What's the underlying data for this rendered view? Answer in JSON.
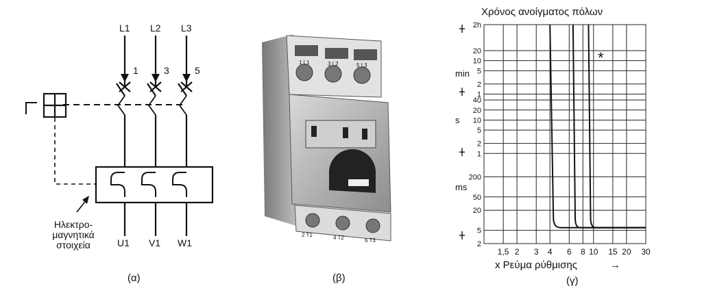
{
  "circuit": {
    "line_labels": [
      "L1",
      "L2",
      "L3"
    ],
    "contact_numbers": [
      "1",
      "3",
      "5"
    ],
    "output_labels": [
      "U1",
      "V1",
      "W1"
    ],
    "element_label_lines": [
      "Ηλεκτρο-",
      "μαγνητικά",
      "στοιχεία"
    ],
    "caption": "(α)"
  },
  "device": {
    "terminal_marks": [
      "1 L1",
      "3 L2",
      "5 L3",
      "2 T1",
      "4 T2",
      "6 T3"
    ],
    "caption": "(β)"
  },
  "chart_data": {
    "type": "line",
    "title": "Χρόνος ανοίγματος πόλων",
    "xlabel": "x Ρεύμα ρύθμισης",
    "x_arrow": "→",
    "caption": "(γ)",
    "x_scale": "log",
    "xlim": [
      1,
      30
    ],
    "x_ticks": [
      "1,5",
      "2",
      "3",
      "4",
      "6",
      "8",
      "10",
      "15",
      "20",
      "30"
    ],
    "y_groups": [
      {
        "unit": "min",
        "ticks": [
          "2h",
          "20",
          "10",
          "5",
          "2",
          "1"
        ]
      },
      {
        "unit": "s",
        "ticks": [
          "40",
          "20",
          "10",
          "5",
          "2",
          "1"
        ]
      },
      {
        "unit": "ms",
        "ticks": [
          "200",
          "50",
          "20",
          "5",
          "2"
        ]
      }
    ],
    "y_scale": "log",
    "grid": true,
    "annotation": "*",
    "series": [
      {
        "x": [
          4.0,
          4.3,
          5.0,
          30
        ],
        "y_ms": [
          7200000,
          12,
          6,
          6
        ]
      },
      {
        "x": [
          6.5,
          6.8,
          7.5,
          30
        ],
        "y_ms": [
          7200000,
          12,
          6,
          6
        ]
      },
      {
        "x": [
          9.0,
          9.4,
          10.5,
          30
        ],
        "y_ms": [
          7200000,
          12,
          6,
          6
        ]
      }
    ]
  }
}
